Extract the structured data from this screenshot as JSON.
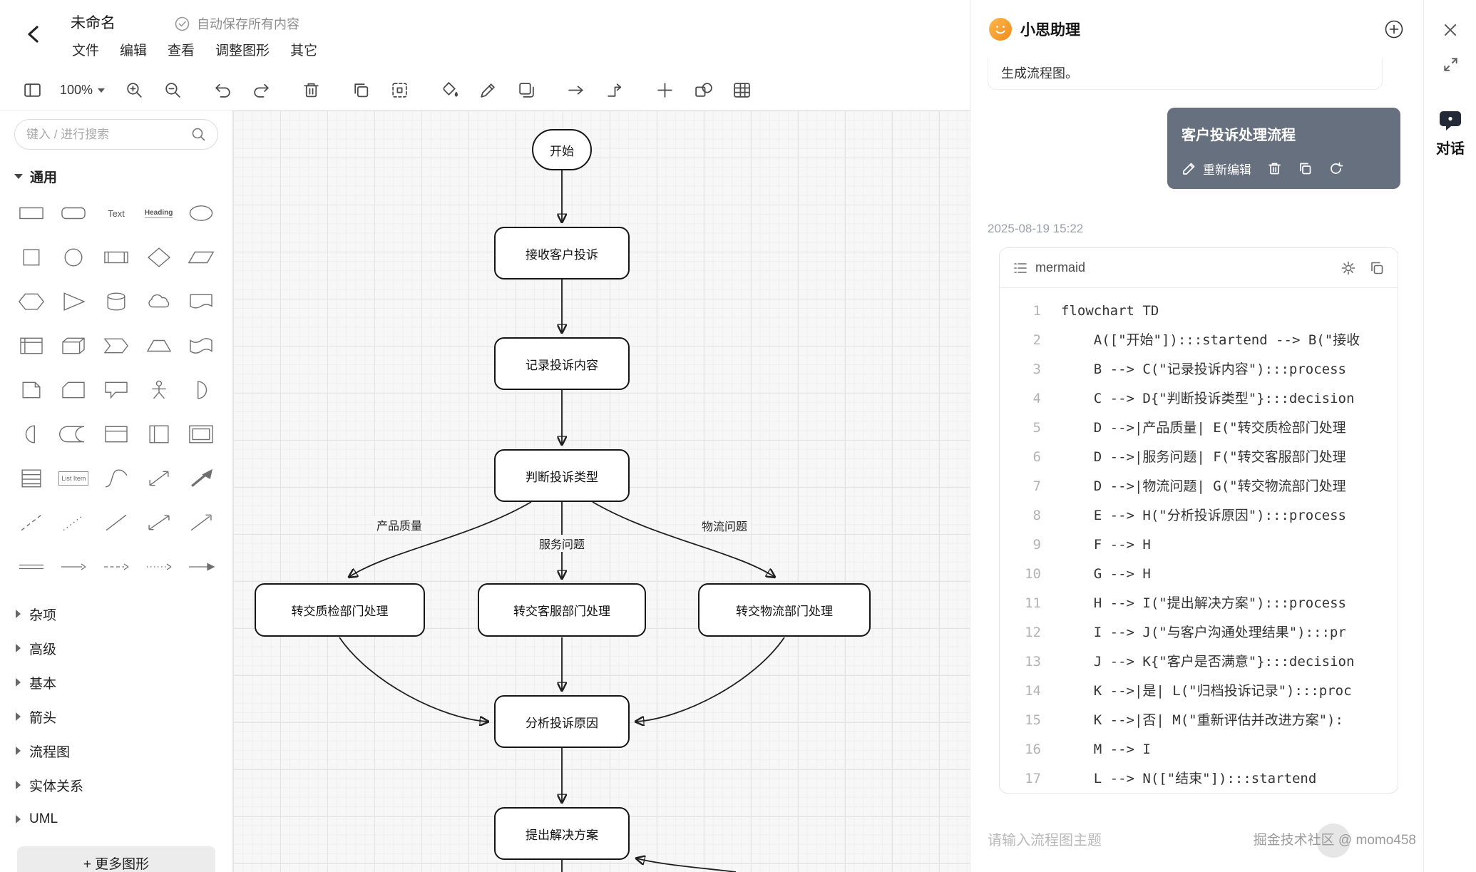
{
  "header": {
    "title": "未命名",
    "autosave": "自动保存所有内容",
    "menus": [
      {
        "label": "文件"
      },
      {
        "label": "编辑"
      },
      {
        "label": "查看"
      },
      {
        "label": "调整图形"
      },
      {
        "label": "其它"
      }
    ]
  },
  "toolbar": {
    "zoom": "100%"
  },
  "sidebar": {
    "search_placeholder": "键入 / 进行搜索",
    "section_general": "通用",
    "shape_labels": {
      "text": "Text",
      "heading": "Heading",
      "list_item": "List Item"
    },
    "sections": [
      {
        "label": "杂项"
      },
      {
        "label": "高级"
      },
      {
        "label": "基本"
      },
      {
        "label": "箭头"
      },
      {
        "label": "流程图"
      },
      {
        "label": "实体关系"
      },
      {
        "label": "UML"
      }
    ],
    "more_shapes": "+  更多图形"
  },
  "canvas": {
    "nodes": {
      "start": "开始",
      "receive": "接收客户投诉",
      "record": "记录投诉内容",
      "judge": "判断投诉类型",
      "quality_dept": "转交质检部门处理",
      "service_dept": "转交客服部门处理",
      "logistics_dept": "转交物流部门处理",
      "analyze": "分析投诉原因",
      "solution": "提出解决方案"
    },
    "edge_labels": {
      "quality": "产品质量",
      "service": "服务问题",
      "logistics": "物流问题"
    }
  },
  "assistant": {
    "title": "小思助理",
    "scrolled_text": "生成流程图。",
    "card": {
      "title": "客户投诉处理流程",
      "reedit": "重新编辑"
    },
    "timestamp": "2025-08-19 15:22",
    "code": {
      "language": "mermaid",
      "lines": [
        {
          "no": "1",
          "text": "flowchart TD"
        },
        {
          "no": "2",
          "text": "    A([\"开始\"]):::startend --> B(\"接收"
        },
        {
          "no": "3",
          "text": "    B --> C(\"记录投诉内容\"):::process"
        },
        {
          "no": "4",
          "text": "    C --> D{\"判断投诉类型\"}:::decision"
        },
        {
          "no": "5",
          "text": "    D -->|产品质量| E(\"转交质检部门处理"
        },
        {
          "no": "6",
          "text": "    D -->|服务问题| F(\"转交客服部门处理"
        },
        {
          "no": "7",
          "text": "    D -->|物流问题| G(\"转交物流部门处理"
        },
        {
          "no": "8",
          "text": "    E --> H(\"分析投诉原因\"):::process"
        },
        {
          "no": "9",
          "text": "    F --> H"
        },
        {
          "no": "10",
          "text": "    G --> H"
        },
        {
          "no": "11",
          "text": "    H --> I(\"提出解决方案\"):::process"
        },
        {
          "no": "12",
          "text": "    I --> J(\"与客户沟通处理结果\"):::pr"
        },
        {
          "no": "13",
          "text": "    J --> K{\"客户是否满意\"}:::decision"
        },
        {
          "no": "14",
          "text": "    K -->|是| L(\"归档投诉记录\"):::proc"
        },
        {
          "no": "15",
          "text": "    K -->|否| M(\"重新评估并改进方案\"):"
        },
        {
          "no": "16",
          "text": "    M --> I"
        },
        {
          "no": "17",
          "text": "    L --> N([\"结束\"]):::startend"
        }
      ]
    },
    "input_placeholder": "请输入流程图主题",
    "watermark": "掘金技术社区 @ momo458"
  },
  "dock": {
    "chat_label": "对话"
  },
  "colors": {
    "user_card_bg": "#67707f",
    "canvas_bg": "#f7f7f7",
    "assistant_logo": "#f08c1a"
  }
}
